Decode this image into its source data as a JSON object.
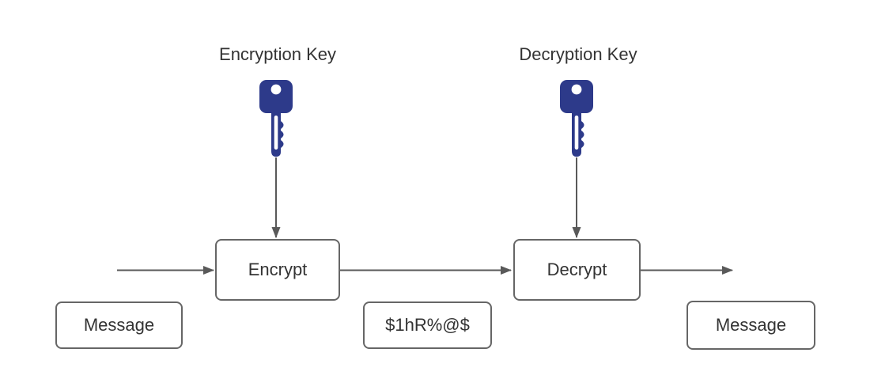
{
  "diagram": {
    "key_labels": {
      "encryption": "Encryption Key",
      "decryption": "Decryption Key"
    },
    "process_boxes": {
      "encrypt": "Encrypt",
      "decrypt": "Decrypt"
    },
    "data_boxes": {
      "plaintext_in": "Message",
      "ciphertext": "$1hR%@$",
      "plaintext_out": "Message"
    },
    "icons": {
      "encryption_key_icon": "key-icon",
      "decryption_key_icon": "key-icon"
    },
    "colors": {
      "background": "#ffffff",
      "key_fill": "#2d3a8a",
      "key_hole": "#ffffff",
      "arrow_color": "#595959",
      "box_border": "#666666",
      "box_fill": "#ffffff",
      "text_color": "#333333"
    }
  }
}
